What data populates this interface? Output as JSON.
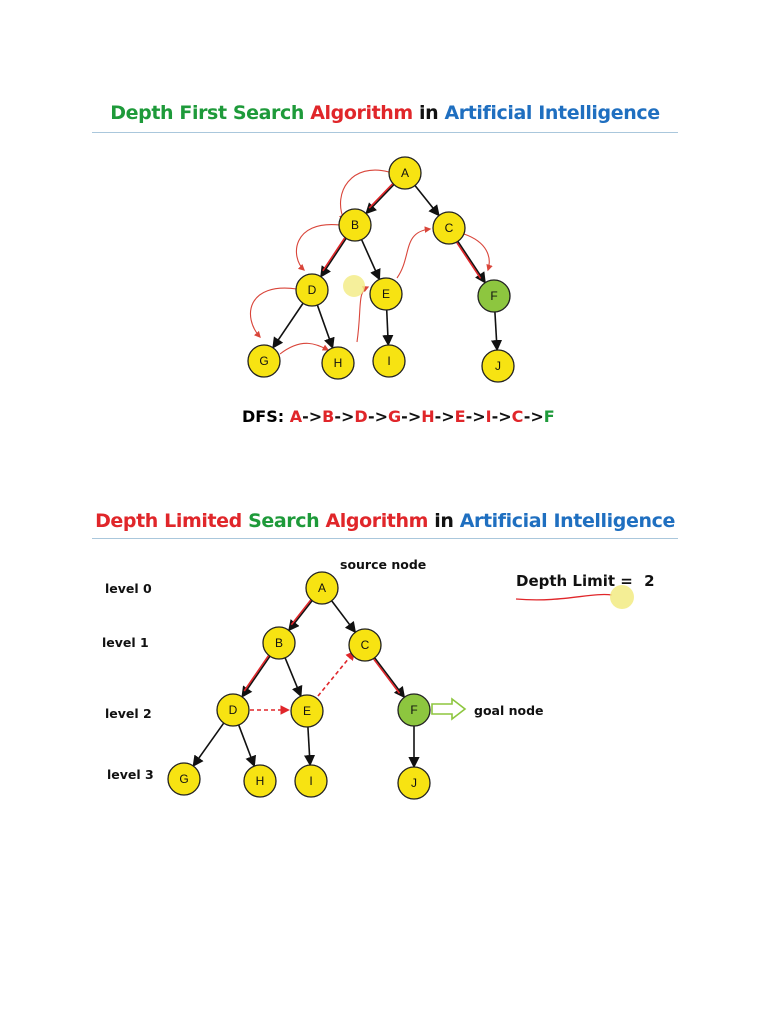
{
  "colors": {
    "green": "#1e9a3a",
    "red": "#e0262a",
    "blue": "#1f6fc0",
    "black": "#111111",
    "node_yellow": "#f7e312",
    "node_green": "#8dc63f",
    "arrow_black": "#111111",
    "trace_red": "#d9453a",
    "highlight": "#f3ec8a"
  },
  "dfs_panel": {
    "title": [
      {
        "text": "Depth First Search",
        "color": "green"
      },
      {
        "text": " Algorithm",
        "color": "red"
      },
      {
        "text": " in",
        "color": "black"
      },
      {
        "text": " Artificial Intelligence",
        "color": "blue"
      }
    ],
    "nodes": [
      "A",
      "B",
      "C",
      "D",
      "E",
      "F",
      "G",
      "H",
      "I",
      "J"
    ],
    "goal_node": "F",
    "result_label": "DFS:",
    "order": [
      "A",
      "B",
      "D",
      "G",
      "H",
      "E",
      "I",
      "C",
      "F"
    ]
  },
  "dls_panel": {
    "title": [
      {
        "text": "Depth Limited",
        "color": "red"
      },
      {
        "text": " Search",
        "color": "green"
      },
      {
        "text": " Algorithm",
        "color": "red"
      },
      {
        "text": " in",
        "color": "black"
      },
      {
        "text": " Artificial Intelligence",
        "color": "blue"
      }
    ],
    "levels": [
      "level 0",
      "level 1",
      "level 2",
      "level 3"
    ],
    "nodes": [
      "A",
      "B",
      "C",
      "D",
      "E",
      "F",
      "G",
      "H",
      "I",
      "J"
    ],
    "goal_node": "F",
    "source_label": "source node",
    "goal_label": "goal node",
    "depth_limit_label": "Depth Limit =",
    "depth_limit_value": "2"
  }
}
